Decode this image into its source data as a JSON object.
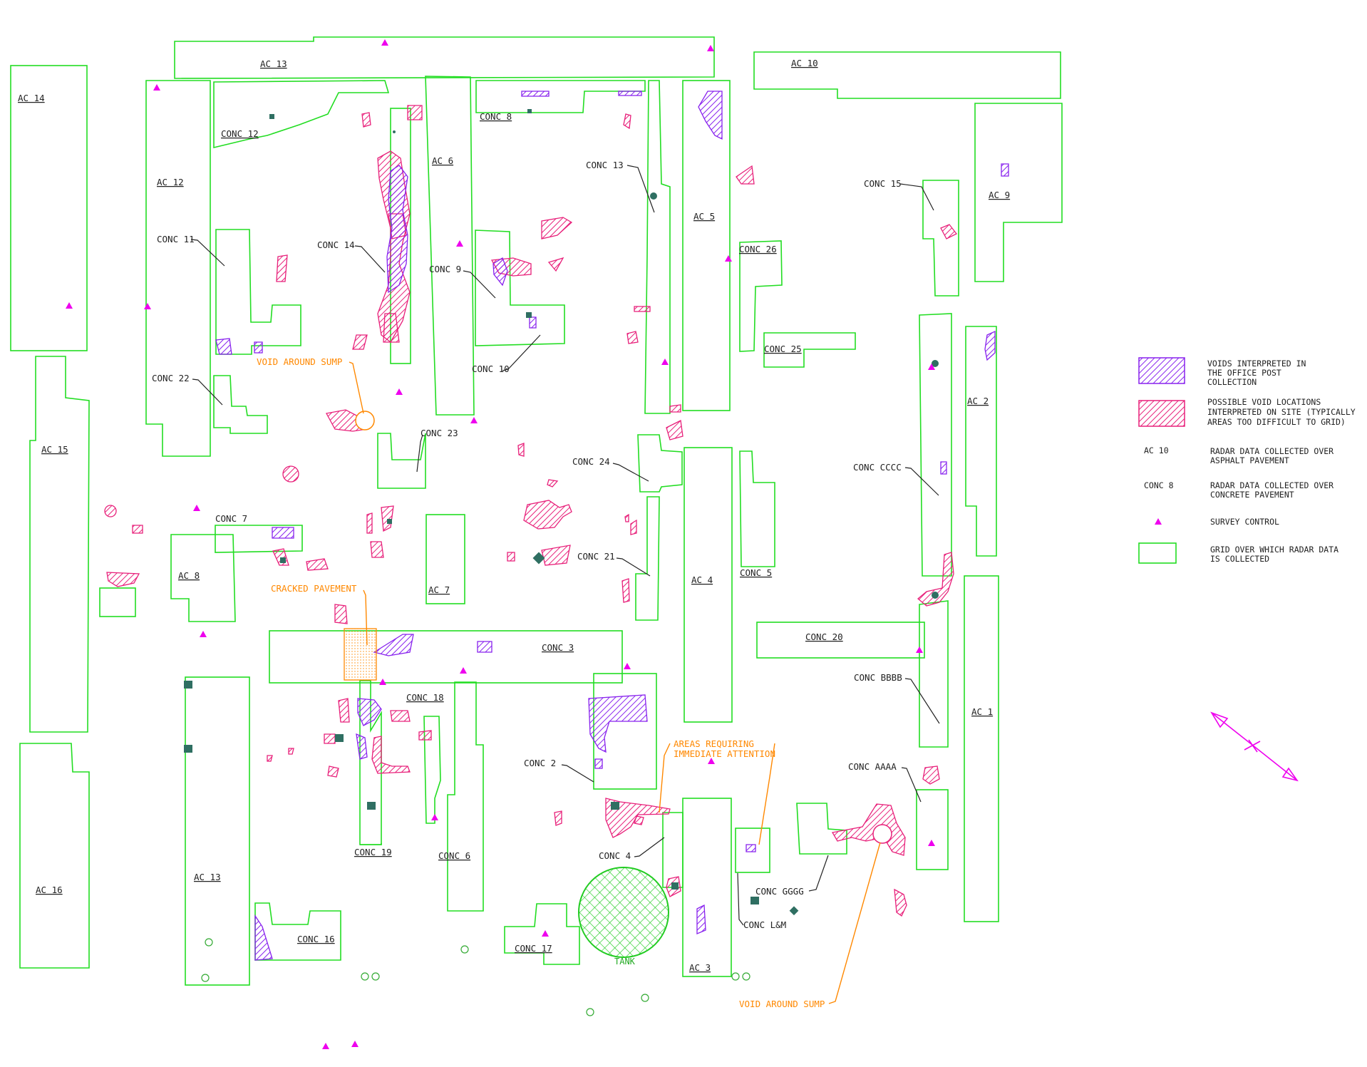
{
  "colors": {
    "grid": "#22dd22",
    "void_office": "#8822ee",
    "void_site": "#e8207a",
    "survey_control": "#ee00ee",
    "annotation": "#ff8800",
    "tank": "#22cc22",
    "marker": "#2f6f62"
  },
  "areas": {
    "ac13_top": "AC 13",
    "ac10": "AC 10",
    "ac14": "AC 14",
    "ac12": "AC 12",
    "conc12": "CONC 12",
    "conc8": "CONC 8",
    "ac6": "AC 6",
    "conc13": "CONC 13",
    "ac5": "AC 5",
    "conc15": "CONC 15",
    "ac9": "AC 9",
    "conc11": "CONC 11",
    "conc14": "CONC 14",
    "conc9": "CONC 9",
    "conc26": "CONC 26",
    "conc25": "CONC 25",
    "conc10": "CONC 10",
    "conc22": "CONC 22",
    "ac2": "AC 2",
    "ac15": "AC 15",
    "conc23": "CONC 23",
    "conc24": "CONC 24",
    "conc_cccc": "CONC CCCC",
    "conc7": "CONC 7",
    "ac8": "AC 8",
    "ac7": "AC 7",
    "conc21": "CONC 21",
    "ac4": "AC 4",
    "conc5": "CONC 5",
    "conc20": "CONC 20",
    "conc3": "CONC 3",
    "conc_bbbb": "CONC BBBB",
    "conc18": "CONC 18",
    "ac1": "AC 1",
    "conc2": "CONC 2",
    "conc_aaaa": "CONC AAAA",
    "ac16": "AC 16",
    "ac13_bottom": "AC 13",
    "conc19": "CONC 19",
    "conc6": "CONC 6",
    "conc4": "CONC 4",
    "conc_gggg": "CONC GGGG",
    "conc_lm": "CONC L&M",
    "conc16": "CONC 16",
    "conc17": "CONC 17",
    "ac3": "AC 3"
  },
  "annotations": {
    "void_sump_1": "VOID AROUND SUMP",
    "cracked": "CRACKED PAVEMENT",
    "areas_attention_1": "AREAS REQUIRING",
    "areas_attention_2": "IMMEDIATE ATTENTION",
    "tank": "TANK",
    "void_sump_2": "VOID AROUND SUMP"
  },
  "legend": {
    "office_voids": [
      "VOIDS INTERPRETED IN",
      "THE OFFICE POST",
      "COLLECTION"
    ],
    "site_voids": [
      "POSSIBLE VOID LOCATIONS",
      "INTERPRETED ON SITE (TYPICALLY",
      "AREAS TOO DIFFICULT TO GRID)"
    ],
    "ac_key": "AC 10",
    "ac_desc": [
      "RADAR DATA COLLECTED OVER",
      "ASPHALT PAVEMENT"
    ],
    "conc_key": "CONC 8",
    "conc_desc": [
      "RADAR DATA COLLECTED OVER",
      "CONCRETE PAVEMENT"
    ],
    "survey_control": "SURVEY CONTROL",
    "grid_desc": [
      "GRID OVER WHICH RADAR DATA",
      "IS COLLECTED"
    ]
  }
}
